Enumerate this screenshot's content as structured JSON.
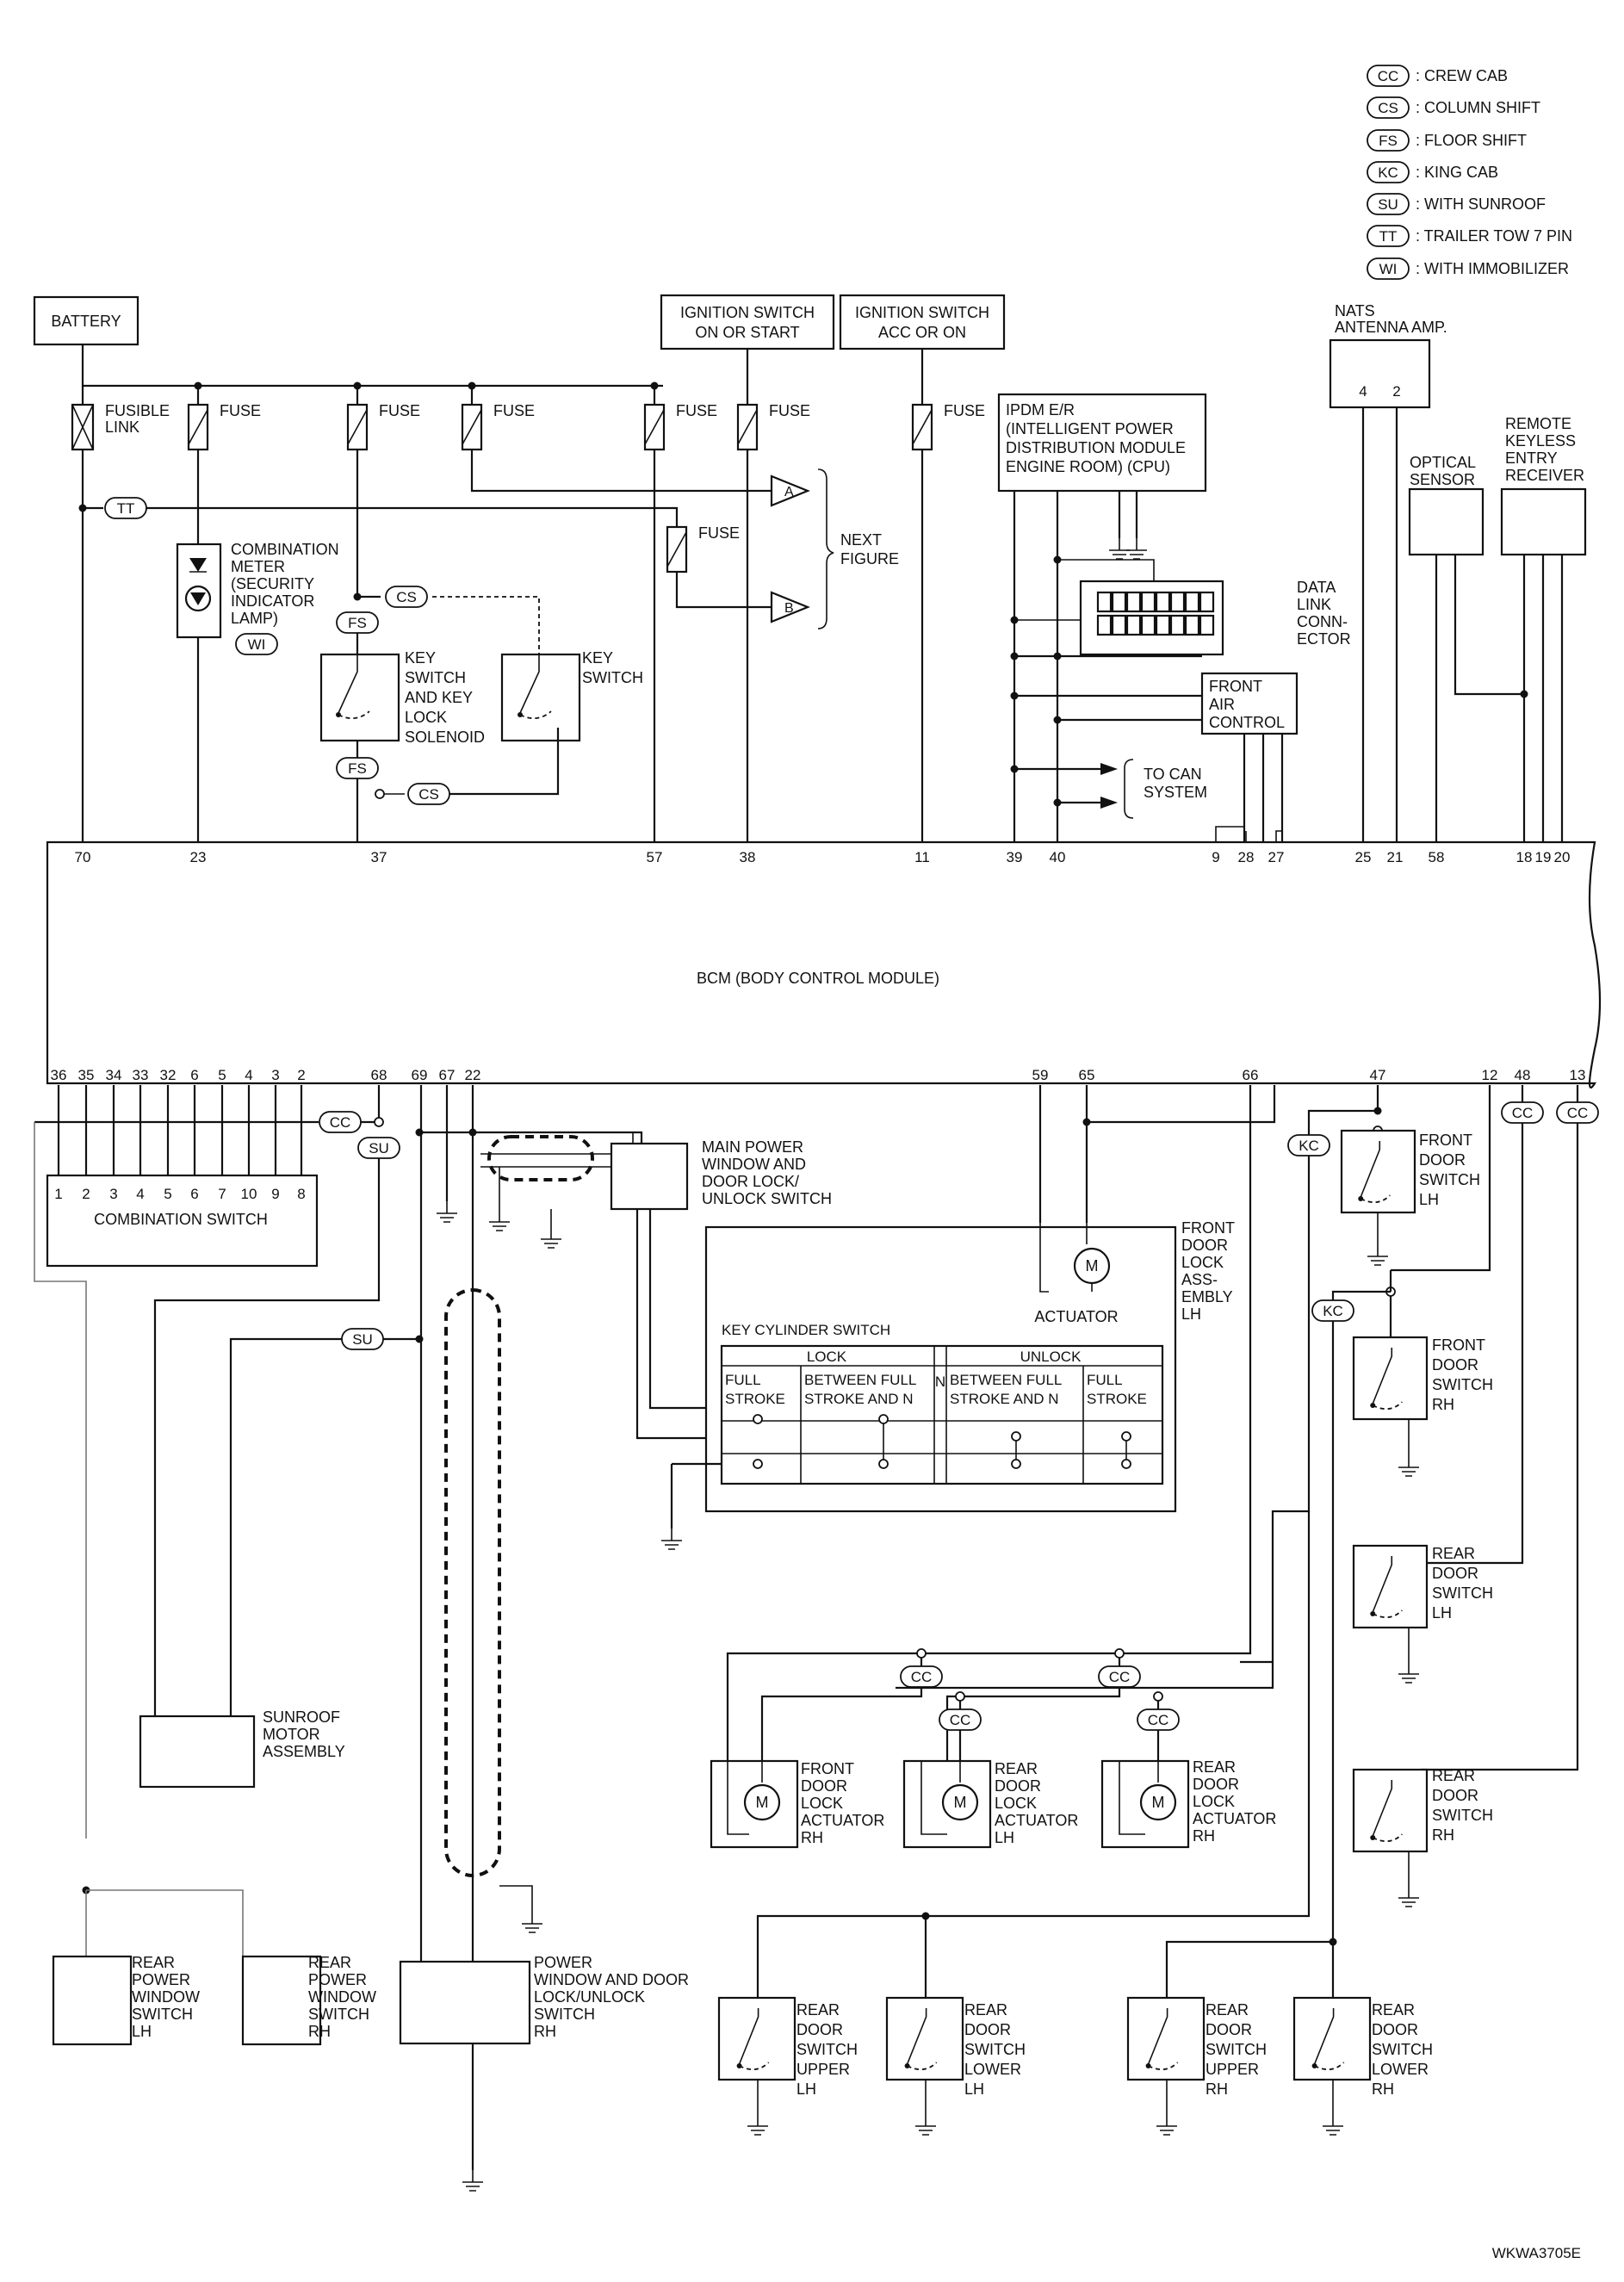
{
  "legend": [
    {
      "code": "CC",
      "text": ": CREW CAB"
    },
    {
      "code": "CS",
      "text": ": COLUMN SHIFT"
    },
    {
      "code": "FS",
      "text": ": FLOOR SHIFT"
    },
    {
      "code": "KC",
      "text": ": KING CAB"
    },
    {
      "code": "SU",
      "text": ": WITH SUNROOF"
    },
    {
      "code": "TT",
      "text": ": TRAILER TOW 7 PIN"
    },
    {
      "code": "WI",
      "text": ": WITH IMMOBILIZER"
    }
  ],
  "power": {
    "battery": "BATTERY",
    "ign_on_start": [
      "IGNITION SWITCH",
      "ON OR START"
    ],
    "ign_acc_on": [
      "IGNITION SWITCH",
      "ACC OR ON"
    ],
    "fusible_link": [
      "FUSIBLE",
      "LINK"
    ],
    "fuse": "FUSE"
  },
  "next_figure": {
    "label": [
      "NEXT",
      "FIGURE"
    ],
    "a": "A",
    "b": "B"
  },
  "combination_meter": [
    "COMBINATION",
    "METER",
    "(SECURITY",
    "INDICATOR",
    "LAMP)"
  ],
  "key_switch_solenoid": [
    "KEY",
    "SWITCH",
    "AND KEY",
    "LOCK",
    "SOLENOID"
  ],
  "key_switch": [
    "KEY",
    "SWITCH"
  ],
  "ipdm": [
    "IPDM E/R",
    "(INTELLIGENT POWER",
    "DISTRIBUTION MODULE",
    "ENGINE ROOM) (CPU)"
  ],
  "data_link": [
    "DATA",
    "LINK",
    "CONN-",
    "ECTOR"
  ],
  "front_air": [
    "FRONT",
    "AIR",
    "CONTROL"
  ],
  "to_can": [
    "TO CAN",
    "SYSTEM"
  ],
  "nats": [
    "NATS",
    "ANTENNA AMP."
  ],
  "nats_pins": [
    "4",
    "2"
  ],
  "optical_sensor": [
    "OPTICAL",
    "SENSOR"
  ],
  "rke_receiver": [
    "REMOTE",
    "KEYLESS",
    "ENTRY",
    "RECEIVER"
  ],
  "bcm": {
    "label": "BCM (BODY CONTROL MODULE)",
    "top_pins": [
      "70",
      "23",
      "37",
      "57",
      "38",
      "11",
      "39",
      "40",
      "9",
      "28",
      "27",
      "25",
      "21",
      "58",
      "18",
      "19",
      "20"
    ],
    "bottom_pins": [
      "36",
      "35",
      "34",
      "33",
      "32",
      "6",
      "5",
      "4",
      "3",
      "2",
      "68",
      "69",
      "67",
      "22",
      "59",
      "65",
      "66",
      "47",
      "12",
      "48",
      "13"
    ]
  },
  "combination_switch": {
    "label": "COMBINATION SWITCH",
    "pins": [
      "1",
      "2",
      "3",
      "4",
      "5",
      "6",
      "7",
      "10",
      "9",
      "8"
    ]
  },
  "main_pw_switch": [
    "MAIN POWER",
    "WINDOW AND",
    "DOOR LOCK/",
    "UNLOCK SWITCH"
  ],
  "front_door_lock_lh": [
    "FRONT",
    "DOOR",
    "LOCK",
    "ASS-",
    "EMBLY",
    "LH"
  ],
  "actuator": "ACTUATOR",
  "motor": "M",
  "key_cylinder": {
    "title": "KEY CYLINDER SWITCH",
    "lock": "LOCK",
    "unlock": "UNLOCK",
    "n": "N",
    "cols": [
      [
        "FULL",
        "STROKE"
      ],
      [
        "BETWEEN FULL",
        "STROKE AND N"
      ],
      [
        "BETWEEN FULL",
        "STROKE AND N"
      ],
      [
        "FULL",
        "STROKE"
      ]
    ]
  },
  "front_door_switch_lh": [
    "FRONT",
    "DOOR",
    "SWITCH",
    "LH"
  ],
  "front_door_switch_rh": [
    "FRONT",
    "DOOR",
    "SWITCH",
    "RH"
  ],
  "rear_door_switch_lh": [
    "REAR",
    "DOOR",
    "SWITCH",
    "LH"
  ],
  "rear_door_switch_rh": [
    "REAR",
    "DOOR",
    "SWITCH",
    "RH"
  ],
  "sunroof_motor": [
    "SUNROOF",
    "MOTOR",
    "ASSEMBLY"
  ],
  "front_door_lock_rh": [
    "FRONT",
    "DOOR",
    "LOCK",
    "ACTUATOR",
    "RH"
  ],
  "rear_door_lock_lh": [
    "REAR",
    "DOOR",
    "LOCK",
    "ACTUATOR",
    "LH"
  ],
  "rear_door_lock_rh": [
    "REAR",
    "DOOR",
    "LOCK",
    "ACTUATOR",
    "RH"
  ],
  "rear_pw_lh": [
    "REAR",
    "POWER",
    "WINDOW",
    "SWITCH",
    "LH"
  ],
  "rear_pw_rh": [
    "REAR",
    "POWER",
    "WINDOW",
    "SWITCH",
    "RH"
  ],
  "pw_door_rh": [
    "POWER",
    "WINDOW AND DOOR",
    "LOCK/UNLOCK",
    "SWITCH",
    "RH"
  ],
  "rds_upper_lh": [
    "REAR",
    "DOOR",
    "SWITCH",
    "UPPER",
    "LH"
  ],
  "rds_lower_lh": [
    "REAR",
    "DOOR",
    "SWITCH",
    "LOWER",
    "LH"
  ],
  "rds_upper_rh": [
    "REAR",
    "DOOR",
    "SWITCH",
    "UPPER",
    "RH"
  ],
  "rds_lower_rh": [
    "REAR",
    "DOOR",
    "SWITCH",
    "LOWER",
    "RH"
  ],
  "tags": {
    "cc": "CC",
    "cs": "CS",
    "fs": "FS",
    "kc": "KC",
    "su": "SU",
    "tt": "TT",
    "wi": "WI"
  },
  "ref_code": "WKWA3705E"
}
